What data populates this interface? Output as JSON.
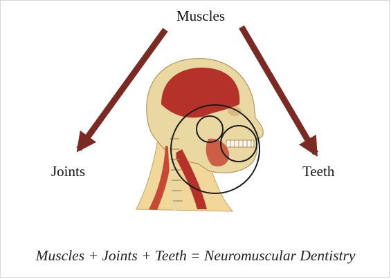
{
  "labels": {
    "top": "Muscles",
    "left": "Joints",
    "right": "Teeth"
  },
  "equation": "Muscles + Joints + Teeth = Neuromuscular Dentistry",
  "colors": {
    "arrow": "#7a2a22",
    "muscle": "#b5322a",
    "skull": "#ead8a2",
    "bone": "#f2e6c6",
    "skin": "#f1d79a",
    "outline": "#1a1a1a"
  }
}
